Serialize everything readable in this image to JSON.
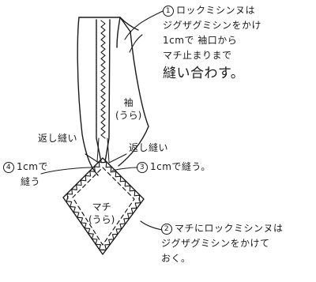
{
  "notes": {
    "n1": {
      "number": "1",
      "lines": [
        "ロックミシンヌは",
        "ジグザグミシンをかけ",
        "1cmで 袖口から",
        "マチ止まりまで",
        "縫い合わす。"
      ]
    },
    "n2": {
      "number": "2",
      "lines": [
        "マチにロックミシンヌは",
        "ジグザグミシンをかけて",
        "おく。"
      ]
    },
    "n3": {
      "number": "3",
      "text": "1cmで縫う。"
    },
    "n4": {
      "number": "4",
      "lines": [
        "1cmで",
        "縫う"
      ]
    },
    "backstitch_left": "返し縫い",
    "backstitch_right": "返し縫い"
  },
  "labels": {
    "sleeve": [
      "袖",
      "(うら)"
    ],
    "gusset": [
      "マチ",
      "(うら)"
    ]
  }
}
